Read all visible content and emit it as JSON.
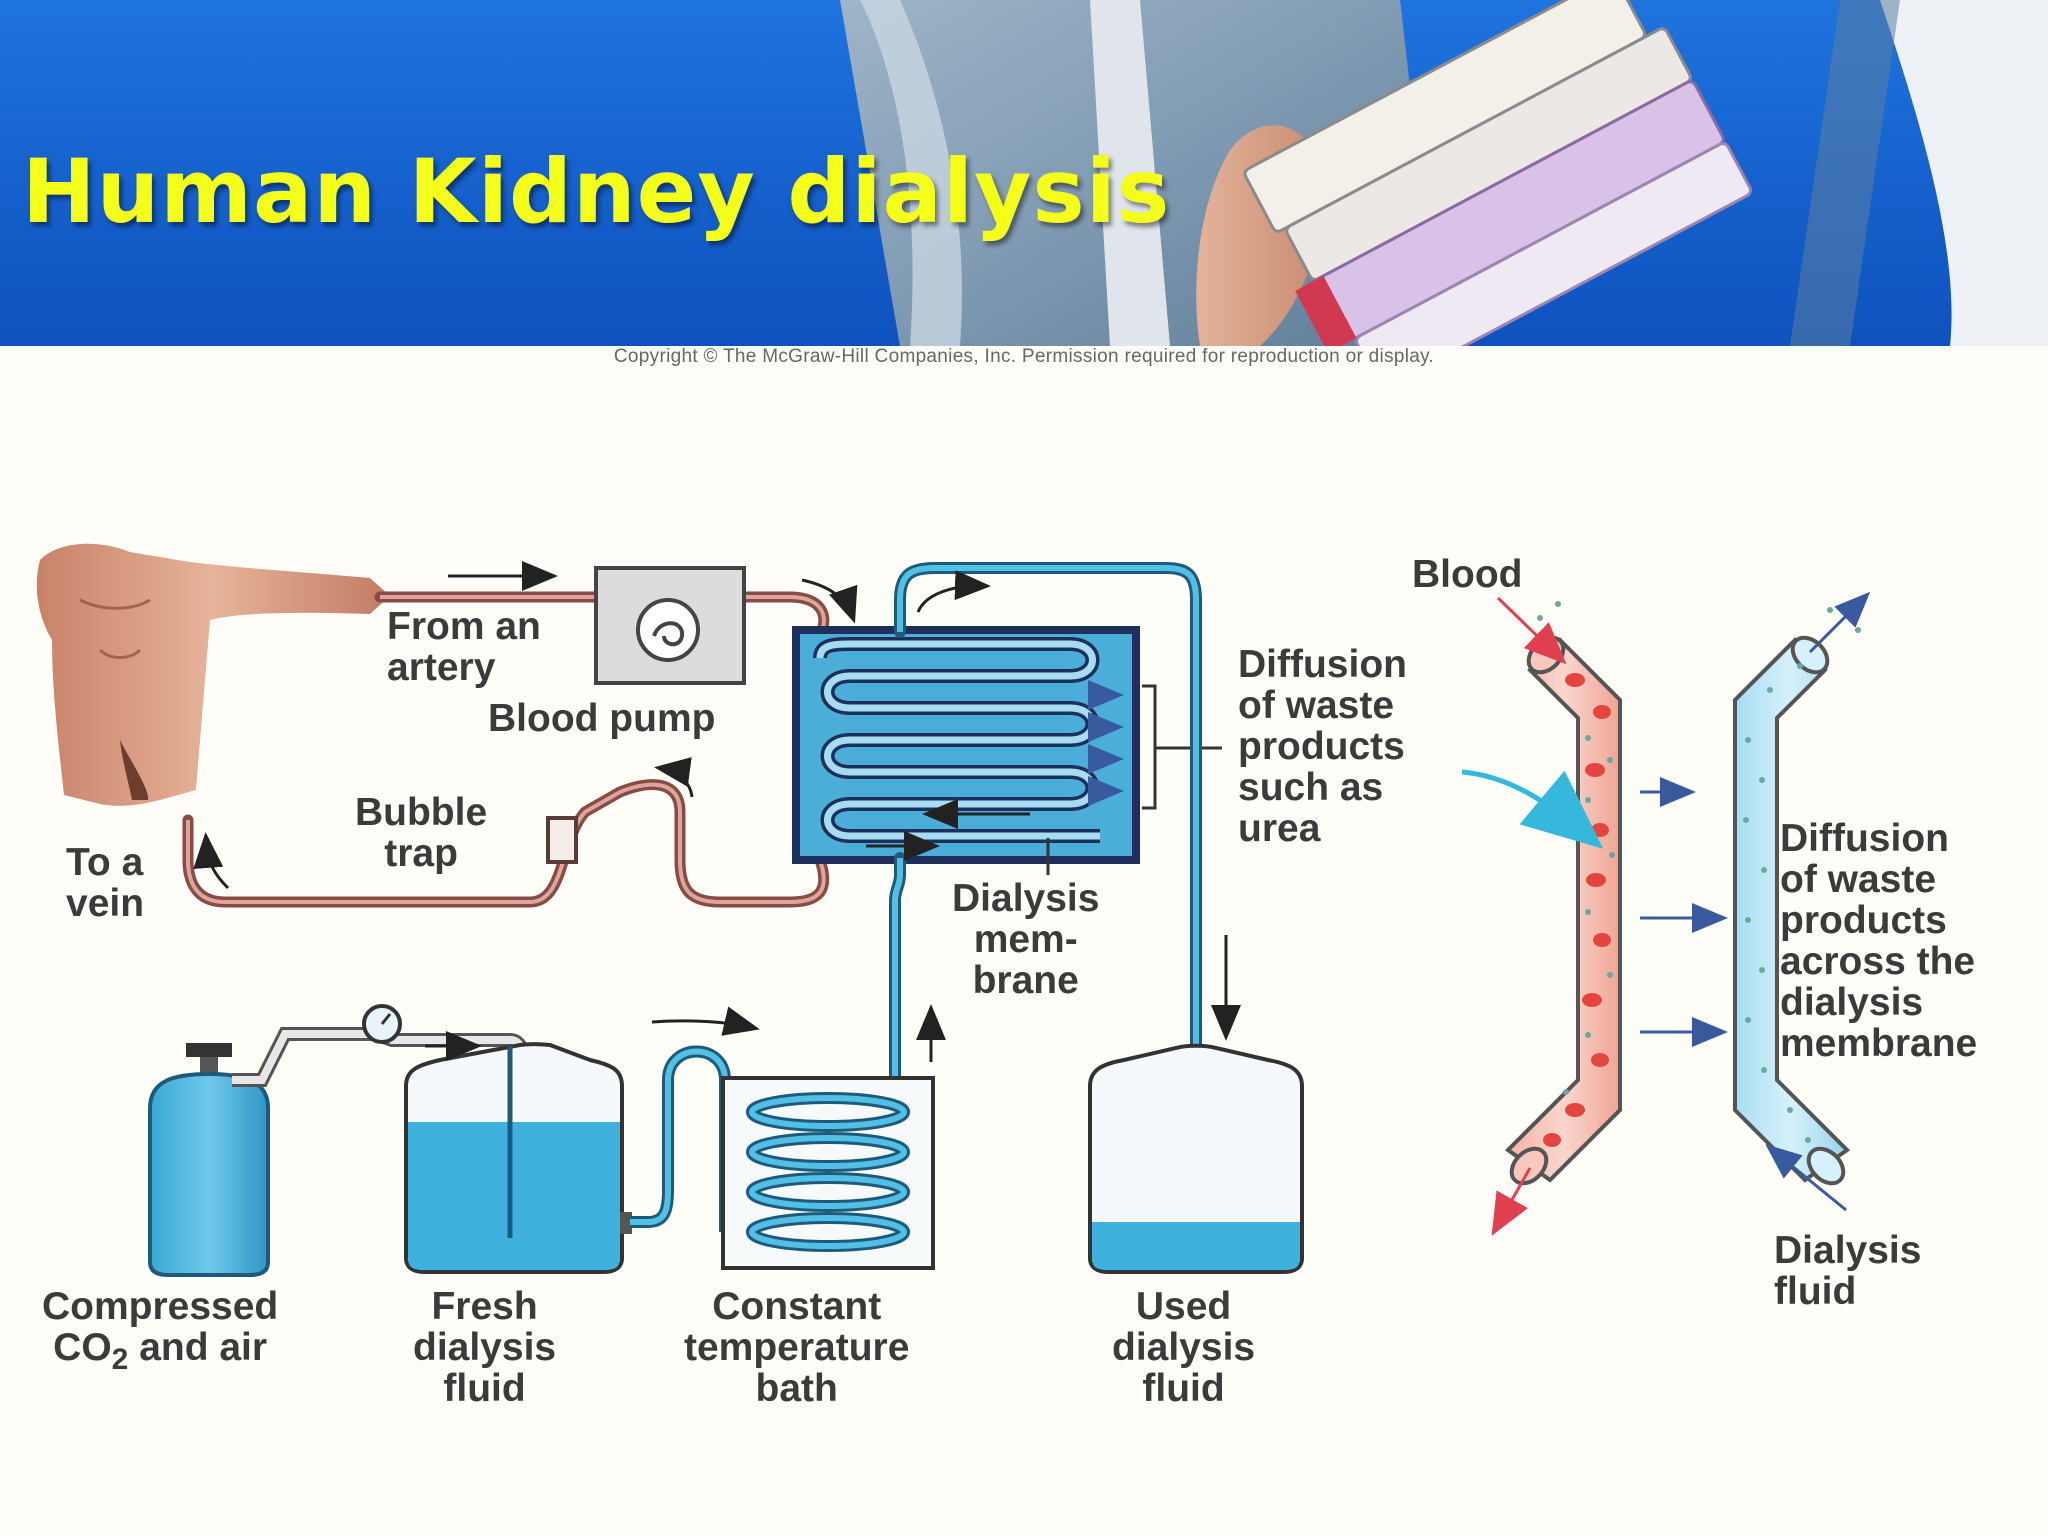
{
  "slide": {
    "title": "Human Kidney dialysis",
    "copyright": "Copyright © The McGraw-Hill Companies, Inc. Permission required for reproduction or display."
  },
  "colors": {
    "header_blue": "#1560cc",
    "title_yellow": "#f4ff1a",
    "blood_tube": "#8a4b44",
    "dialysis_fluid": "#3fb6dc",
    "label_gray": "#3b3b3b"
  },
  "labels": {
    "from_artery": [
      "From an",
      "artery"
    ],
    "blood_pump": "Blood pump",
    "bubble_trap": [
      "Bubble",
      "trap"
    ],
    "to_vein": [
      "To a",
      "vein"
    ],
    "dialysis_membrane": [
      "Dialysis",
      "mem-",
      "brane"
    ],
    "diffusion_urea": [
      "Diffusion",
      "of waste",
      "products",
      "such as",
      "urea"
    ],
    "blood": "Blood",
    "diffusion_membrane": [
      "Diffusion",
      "of waste",
      "products",
      "across the",
      "dialysis",
      "membrane"
    ],
    "dialysis_fluid": [
      "Dialysis",
      "fluid"
    ],
    "compressed_pre": "Compressed",
    "co2_main": "CO",
    "co2_sub": "2",
    "co2_post": " and air",
    "fresh_fluid": [
      "Fresh",
      "dialysis",
      "fluid"
    ],
    "temp_bath": [
      "Constant",
      "temperature",
      "bath"
    ],
    "used_fluid": [
      "Used",
      "dialysis",
      "fluid"
    ]
  }
}
